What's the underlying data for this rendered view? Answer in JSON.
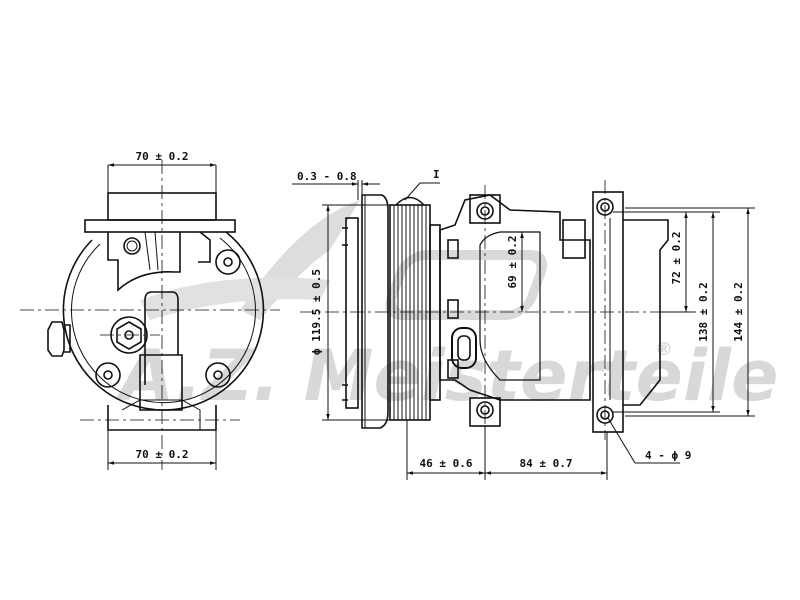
{
  "diagram": {
    "subject": "A/C compressor technical drawing",
    "views": [
      "front-view",
      "side-view"
    ],
    "detail_marker": "I",
    "watermark": {
      "text": "A.Z. Meisterteile",
      "registered_mark": "®",
      "color": "#d6d6d6"
    },
    "line_color": "#111111",
    "dimensions": {
      "front_top_width": "70 ± 0.2",
      "front_bottom_width": "70 ± 0.2",
      "clutch_gap": "0.3 - 0.8",
      "pulley_diameter": "ϕ 119.5 ± 0.5",
      "upper_mount_offset": "69 ± 0.2",
      "rear_mount_offset": "72 ± 0.2",
      "mount_span_138": "138 ± 0.2",
      "overall_height_144": "144 ± 0.2",
      "pulley_to_mount": "46 ± 0.6",
      "mount_to_mount": "84 ± 0.7",
      "mount_holes": "4 - ϕ 9"
    }
  }
}
